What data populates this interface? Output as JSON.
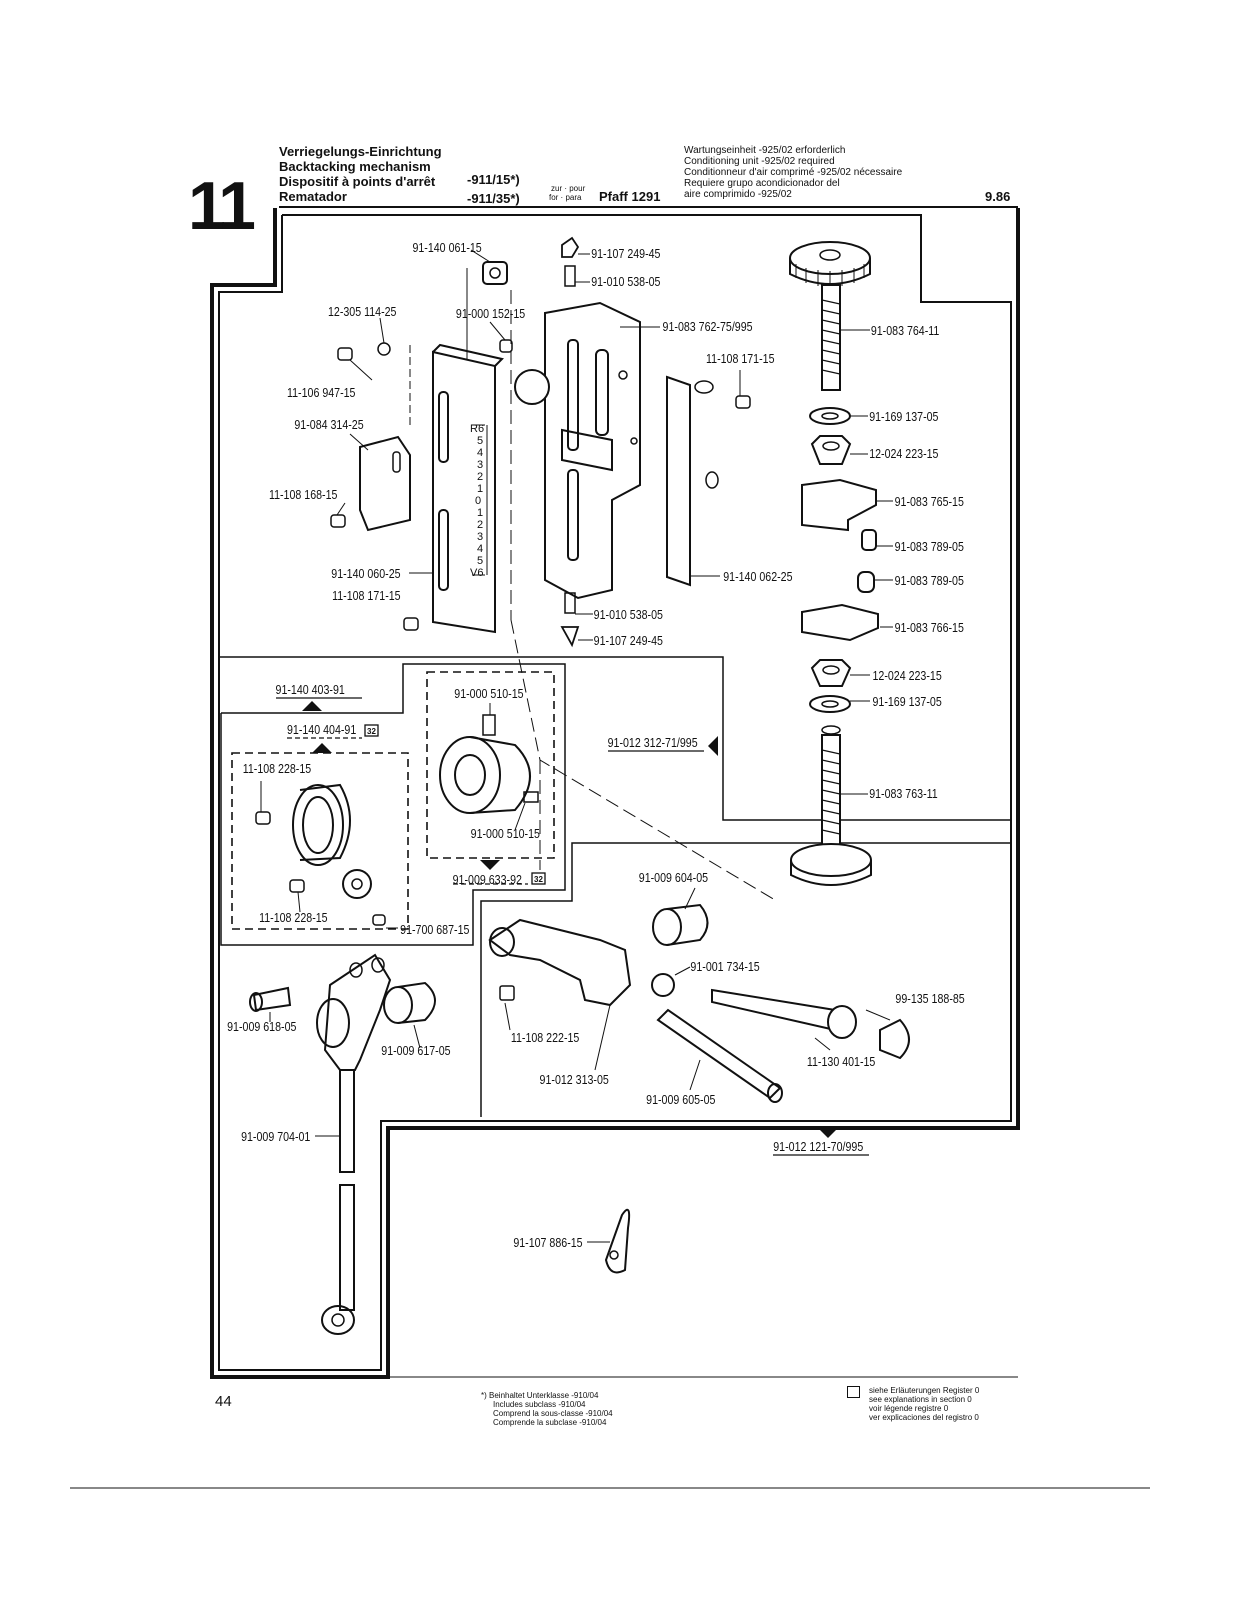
{
  "header": {
    "section_number": "11",
    "titles": [
      "Verriegelungs-Einrichtung",
      "Backtacking mechanism",
      "Dispositif à points d'arrêt",
      "Rematador"
    ],
    "variants": [
      "-911/15*)",
      "-911/35*)"
    ],
    "for_labels": [
      "zur · pour",
      "for · para"
    ],
    "model": "Pfaff 1291",
    "notes": [
      "Wartungseinheit -925/02 erforderlich",
      "Conditioning unit -925/02 required",
      "Conditionneur d'air comprimé -925/02 nécessaire",
      "Requiere grupo acondicionador del",
      "aire comprimido -925/02"
    ],
    "date": "9.86"
  },
  "parts": [
    "91-140 061-15",
    "91-107 249-45",
    "91-010 538-05",
    "12-305 114-25",
    "91-000 152-15",
    "91-083 762-75/995",
    "91-083 764-11",
    "11-108 171-15",
    "11-106 947-15",
    "91-084 314-25",
    "91-169 137-05",
    "12-024 223-15",
    "91-083 765-15",
    "11-108 168-15",
    "91-083 789-05",
    "91-140 060-25",
    "91-140 062-25",
    "91-083 789-05",
    "11-108 171-15",
    "91-083 766-15",
    "91-010 538-05",
    "91-107 249-45",
    "12-024 223-15",
    "91-169 137-05",
    "91-140 403-91",
    "91-000 510-15",
    "91-140 404-91",
    "91-012 312-71/995",
    "11-108 228-15",
    "91-083 763-11",
    "91-000 510-15",
    "91-009 633-92",
    "91-009 604-05",
    "11-108 228-15",
    "91-700 687-15",
    "91-001 734-15",
    "99-135 188-85",
    "91-009 618-05",
    "11-108 222-15",
    "91-009 617-05",
    "11-130 401-15",
    "91-012 313-05",
    "91-009 605-05",
    "91-009 704-01",
    "91-012 121-70/995",
    "91-107 886-15"
  ],
  "scale_marks": [
    "R6",
    "5",
    "4",
    "3",
    "2",
    "1",
    "0",
    "1",
    "2",
    "3",
    "4",
    "5",
    "V6"
  ],
  "ref_badge": "32",
  "footer": {
    "page_number": "44",
    "footnote": [
      "*) Beinhaltet Unterklasse -910/04",
      "Includes subclass -910/04",
      "Comprend la sous-classe -910/04",
      "Comprende la subclase -910/04"
    ],
    "legend": [
      "siehe Erläuterungen Register 0",
      "see explanations in section 0",
      "voir légende registre 0",
      "ver explicaciones del registro 0"
    ]
  }
}
